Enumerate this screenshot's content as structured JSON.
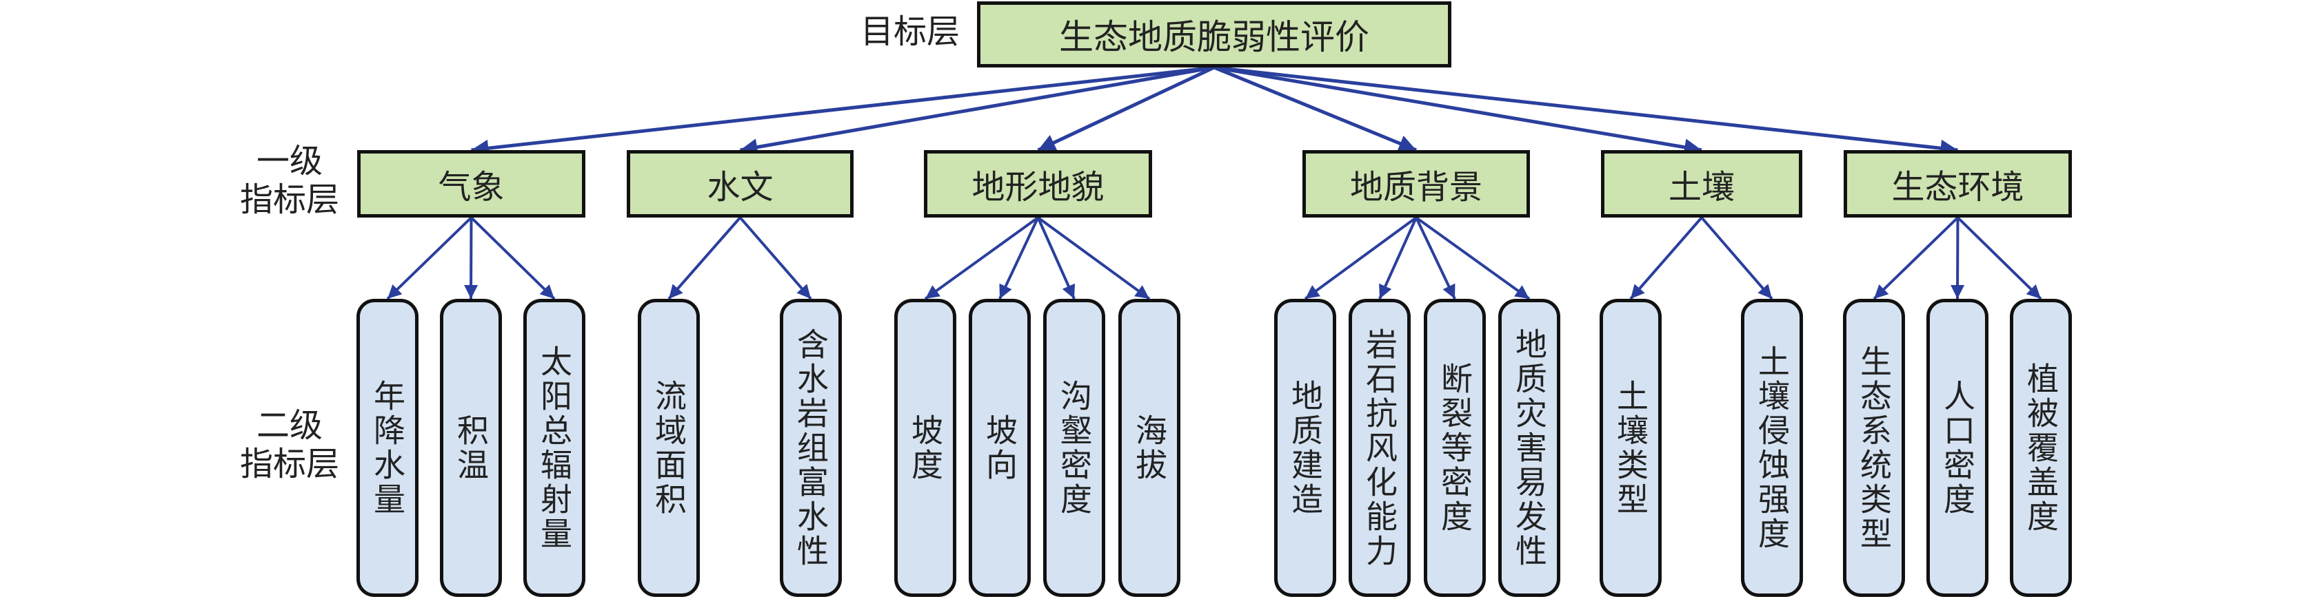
{
  "labels": {
    "goal_layer": "目标层",
    "level1_layer": "一级\n指标层",
    "level2_layer": "二级\n指标层"
  },
  "colors": {
    "level1_fill": "#cde3b0",
    "level2_fill": "#d5e2f1",
    "arrow": "#2a3f9d"
  },
  "goal": "生态地质脆弱性评价",
  "level1": [
    {
      "name": "气象",
      "children": [
        "年降水量",
        "积温",
        "太阳总辐射量"
      ]
    },
    {
      "name": "水文",
      "children": [
        "流域面积",
        "含水岩组富水性"
      ]
    },
    {
      "name": "地形地貌",
      "children": [
        "坡度",
        "坡向",
        "沟壑密度",
        "海拔"
      ]
    },
    {
      "name": "地质背景",
      "children": [
        "地质建造",
        "岩石抗风化能力",
        "断裂等密度",
        "地质灾害易发性"
      ]
    },
    {
      "name": "土壤",
      "children": [
        "土壤类型",
        "土壤侵蚀强度"
      ]
    },
    {
      "name": "生态环境",
      "children": [
        "生态系统类型",
        "人口密度",
        "植被覆盖度"
      ]
    }
  ]
}
